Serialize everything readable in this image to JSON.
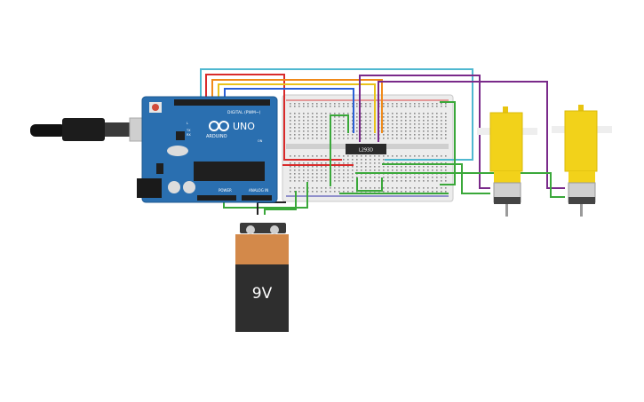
{
  "arduino": {
    "brand": "ARDUINO",
    "model": "UNO",
    "header_digital": "DIGITAL (PWM~)",
    "header_power": "POWER",
    "header_analog": "ANALOG IN",
    "tx": "TX",
    "rx": "RX",
    "l": "L",
    "on": "ON"
  },
  "driver_ic": {
    "label": "L293D"
  },
  "battery": {
    "label": "9V"
  },
  "wire_colors": {
    "red": "#d92b2b",
    "orange": "#f08a1a",
    "yellow": "#e9c21a",
    "cyan": "#4fb8d0",
    "blue": "#2a5fd6",
    "purple": "#7a2a8a",
    "green": "#3aa83a",
    "black": "#222222"
  },
  "parts_colors": {
    "board": "#2a6fb0",
    "motor": "#f2d21a",
    "breadboard": "#e9e9e9",
    "battery_top": "#d3894a",
    "battery_body": "#2e2e2e"
  }
}
